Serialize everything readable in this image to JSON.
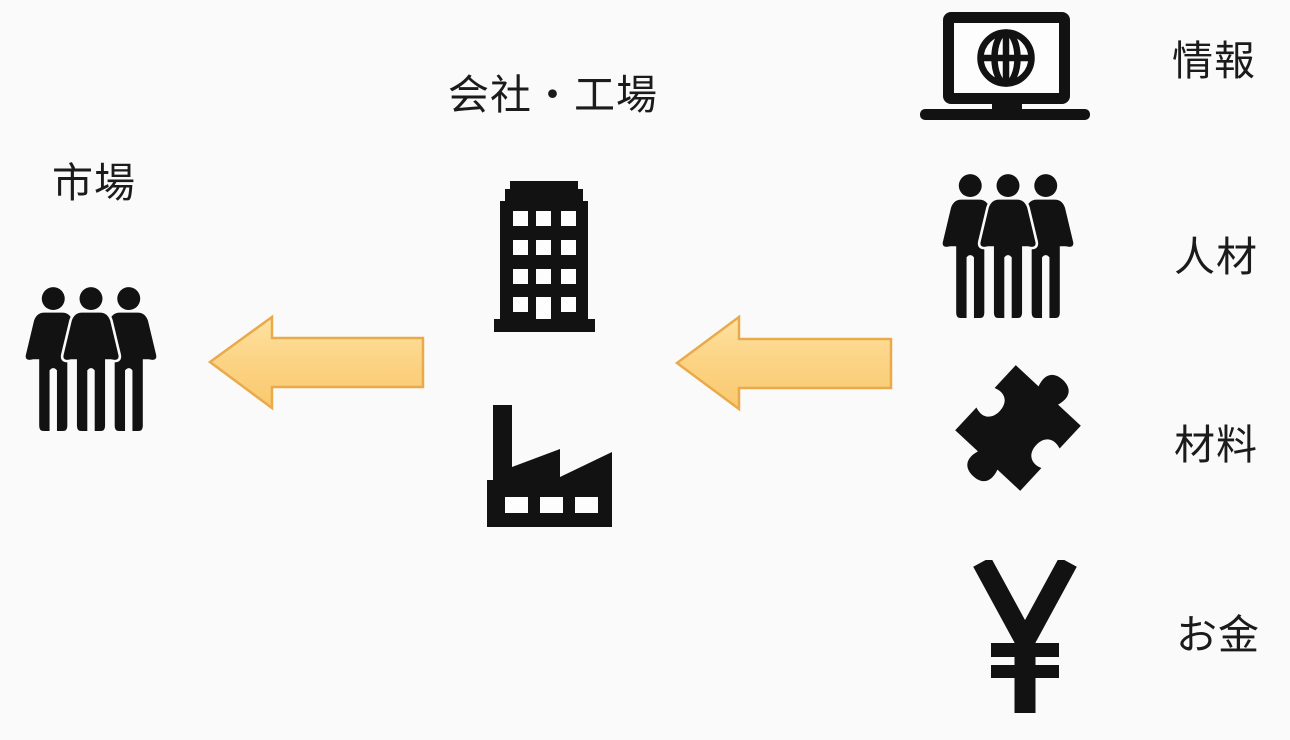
{
  "diagram": {
    "background_color": "#fbfafb",
    "ink_color": "#121212",
    "arrow_fill": "#fcd486",
    "arrow_fill_light": "#fee2a2",
    "arrow_fill_deep": "#f9c96f",
    "arrow_border": "#e9aa4a",
    "market": {
      "label": "市場",
      "icon": "people-group-icon"
    },
    "company": {
      "label": "会社・工場",
      "icons": [
        "office-building-icon",
        "factory-icon"
      ]
    },
    "inputs": [
      {
        "label": "情報",
        "icon": "laptop-globe-icon"
      },
      {
        "label": "人材",
        "icon": "people-group-icon"
      },
      {
        "label": "材料",
        "icon": "puzzle-piece-icon"
      },
      {
        "label": "お金",
        "icon": "yen-icon"
      }
    ],
    "arrows": [
      {
        "name": "company-to-market",
        "direction": "left"
      },
      {
        "name": "inputs-to-company",
        "direction": "left"
      }
    ]
  }
}
